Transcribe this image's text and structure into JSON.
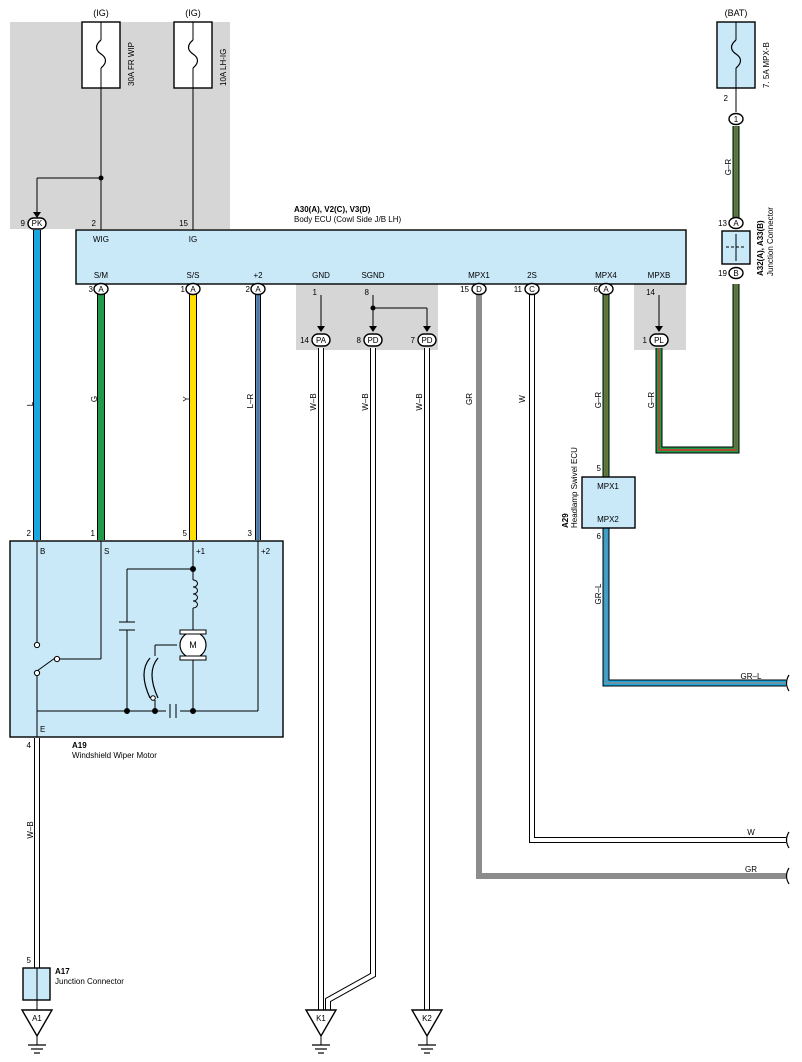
{
  "colors": {
    "ecu_fill": "#c9e8f8",
    "shade": "#d6d6d6",
    "wire_L": "#1aa6e0",
    "wire_G": "#1f9a48",
    "wire_Y": "#ffe000",
    "wire_GR": "#8c8c8c",
    "wire_R": "#e0302a",
    "wire_outline": "#000000"
  },
  "sources": {
    "ig1": "(IG)",
    "ig2": "(IG)",
    "bat": "(BAT)"
  },
  "fuses": {
    "fuse1": "30A FR WIP",
    "fuse2": "10A LH-IG",
    "fuse3": "7. 5A MPX-B",
    "fuse3_pin": "2"
  },
  "body_ecu": {
    "ref": "A30(A), V2(C), V3(D)",
    "name": "Body ECU (Cowl Side J/B LH)",
    "top_pins": [
      {
        "label": "WIG",
        "num": "2"
      },
      {
        "label": "IG",
        "num": "15"
      }
    ],
    "bottom_pins": [
      {
        "label": "S/M",
        "num": "3",
        "conn": "A"
      },
      {
        "label": "S/S",
        "num": "1",
        "conn": "A"
      },
      {
        "label": "+2",
        "num": "2",
        "conn": "A"
      },
      {
        "label": "GND",
        "num": "1",
        "conn": ""
      },
      {
        "label": "SGND",
        "num": "8",
        "conn": ""
      },
      {
        "label": "MPX1",
        "num": "15",
        "conn": "D"
      },
      {
        "label": "2S",
        "num": "11",
        "conn": "C"
      },
      {
        "label": "MPX4",
        "num": "6",
        "conn": "A"
      },
      {
        "label": "MPXB",
        "num": "14",
        "conn": ""
      }
    ]
  },
  "junction_pins": {
    "pk": {
      "code": "PK",
      "num": "9"
    },
    "pa": {
      "code": "PA",
      "num": "14"
    },
    "pd1": {
      "code": "PD",
      "num": "8"
    },
    "pd2": {
      "code": "PD",
      "num": "7"
    },
    "pl": {
      "code": "PL",
      "num": "1"
    }
  },
  "junction_a32": {
    "ref": "A32(A), A33(B)",
    "name": "Junction Connector",
    "pin_top": "13",
    "conn_top": "A",
    "pin_bottom": "19",
    "conn_bottom": "B",
    "pin_in": "1"
  },
  "wire_labels": {
    "L": "L",
    "G": "G",
    "Y": "Y",
    "LR": "L–R",
    "WB1": "W–B",
    "WB2": "W–B",
    "WB3": "W–B",
    "GR": "GR",
    "W": "W",
    "GR_R1": "G–R",
    "GR_R2": "G–R",
    "GR_R3": "G–R",
    "GRL": "GR–L",
    "WB4": "W–B",
    "GRL_end": "GR–L",
    "W_end": "W",
    "GR_end": "GR"
  },
  "swivel_ecu": {
    "ref": "A29",
    "name": "Headlamp Swivel ECU",
    "pin1_label": "MPX1",
    "pin1_num": "5",
    "pin2_label": "MPX2",
    "pin2_num": "6"
  },
  "wiper_motor": {
    "ref": "A19",
    "name": "Windshield Wiper Motor",
    "pins": [
      {
        "label": "B",
        "num": "2"
      },
      {
        "label": "S",
        "num": "1"
      },
      {
        "label": "+1",
        "num": "5"
      },
      {
        "label": "+2",
        "num": "3"
      },
      {
        "label": "E",
        "num": "4"
      }
    ],
    "motor_label": "M"
  },
  "junction_a17": {
    "ref": "A17",
    "name": "Junction Connector",
    "pin": "5"
  },
  "grounds": {
    "g1": "A1",
    "g2": "K1",
    "g3": "K2"
  }
}
